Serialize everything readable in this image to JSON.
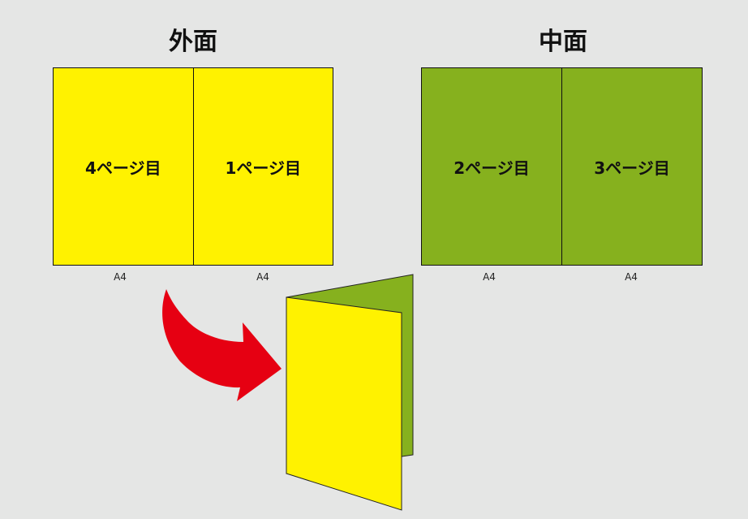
{
  "outer": {
    "title": "外面",
    "left_panel": "4ページ目",
    "right_panel": "1ページ目",
    "left_size": "A4",
    "right_size": "A4",
    "color": "#fff200"
  },
  "inner": {
    "title": "中面",
    "left_panel": "2ページ目",
    "right_panel": "3ページ目",
    "left_size": "A4",
    "right_size": "A4",
    "color": "#86b11e"
  },
  "arrow": {
    "color": "#e60012"
  },
  "background": "#e5e6e5"
}
